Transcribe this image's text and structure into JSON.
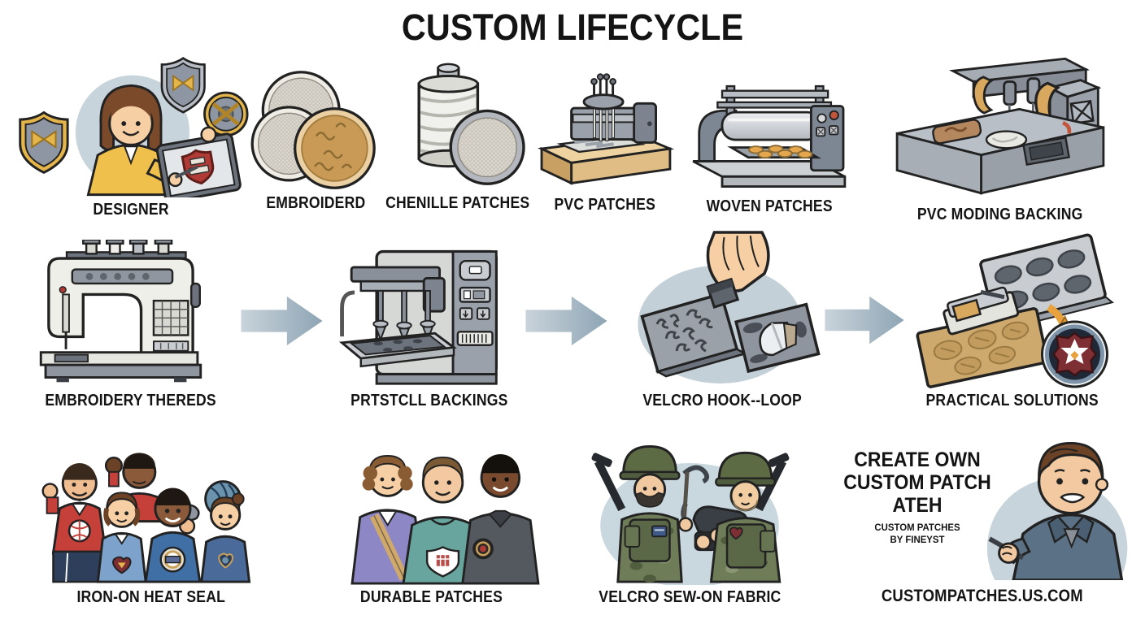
{
  "title": "CUSTOM LIFECYCLE",
  "row1": [
    {
      "label": "DESIGNER"
    },
    {
      "label": "EMBROIDERD"
    },
    {
      "label": "CHENILLE PATCHES"
    },
    {
      "label": "PVC PATCHES"
    },
    {
      "label": "WOVEN PATCHES"
    },
    {
      "label": "PVC MODING BACKING"
    }
  ],
  "row2": [
    {
      "label": "EMBROIDERY THEREDS"
    },
    {
      "label": "PRTSTCLL BACKINGS"
    },
    {
      "label": "VELCRO HOOK--LOOP"
    },
    {
      "label": "PRACTICAL SOLUTIONS"
    }
  ],
  "row3": [
    {
      "label": "IRON-ON HEAT SEAL"
    },
    {
      "label": "DURABLE PATCHES"
    },
    {
      "label": "VELCRO SEW-ON FABRIC"
    }
  ],
  "cta": {
    "heading_line1": "CREATE OWN",
    "heading_line2": "CUSTOM PATCH",
    "heading_line3": "ATEH",
    "sub_line1": "CUSTOM PATCHES",
    "sub_line2": "BY FINEYST",
    "website": "CUSTOMPATCHES.US.COM"
  },
  "colors": {
    "background": "#ffffff",
    "text": "#141414",
    "arrow_gradient_start": "#c9d3da",
    "arrow_gradient_end": "#8ea5b5",
    "backdrop_circle": "#c7d4dc",
    "accent_yellow": "#f0c04d",
    "accent_red": "#b03a35",
    "accent_tan": "#c89a55",
    "machine_gray": "#9aa1ab",
    "camo_green": "#6e7c57"
  }
}
